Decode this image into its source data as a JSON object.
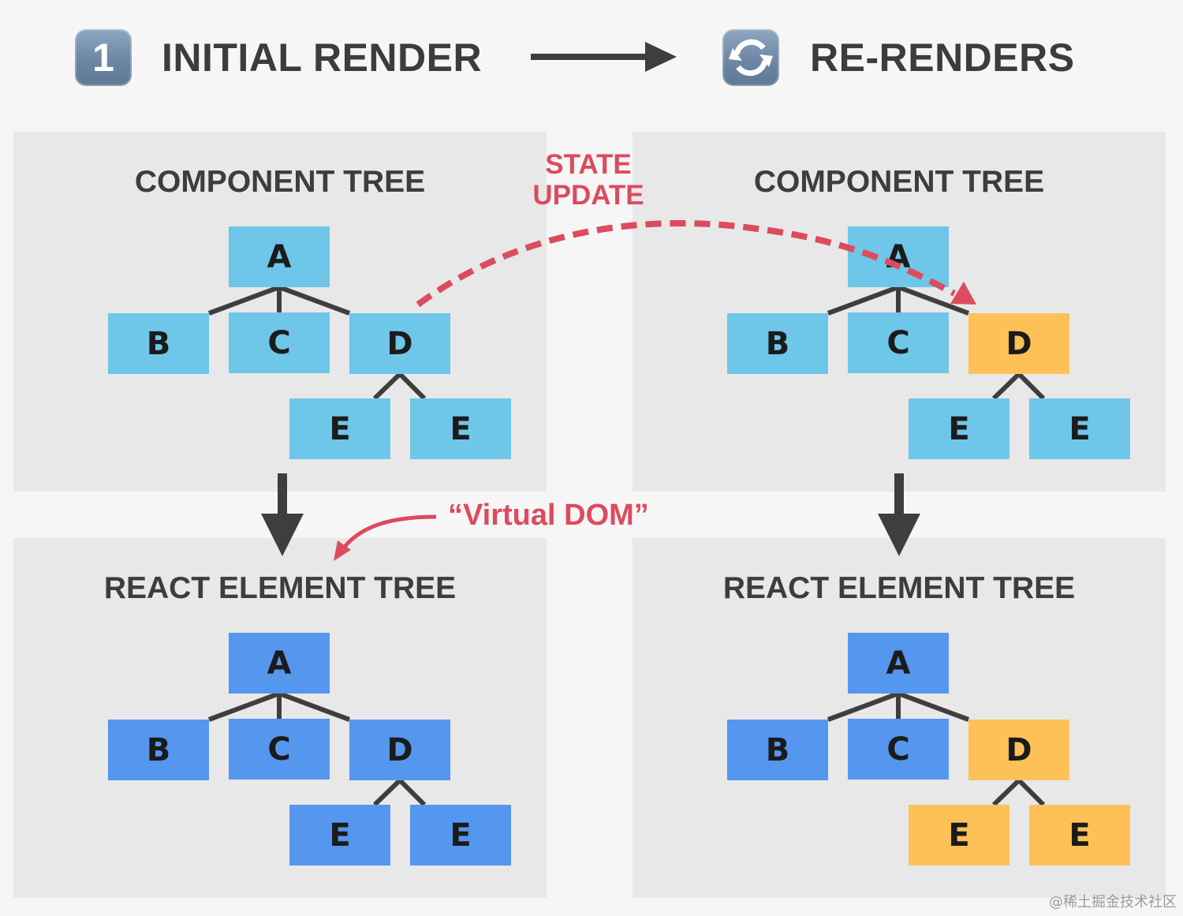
{
  "header": {
    "left": {
      "icon": "keycap-1-icon",
      "badge_text": "1",
      "title": "INITIAL RENDER"
    },
    "arrow": "right-arrow-icon",
    "right": {
      "icon": "refresh-cycle-icon",
      "title": "RE-RENDERS"
    }
  },
  "colors": {
    "background": "#f6f6f6",
    "panel": "#e8e8e8",
    "component_node": "#6ec6e8",
    "element_node": "#5596ef",
    "updated_node": "#fdc158",
    "annotation_red": "#dc4b5e",
    "text_dark": "#3d3d3d",
    "connector": "#3e3e3e"
  },
  "panels": {
    "initial_component": {
      "title": "COMPONENT TREE",
      "nodes": [
        {
          "id": "A",
          "label": "A",
          "state": "component"
        },
        {
          "id": "B",
          "label": "B",
          "state": "component"
        },
        {
          "id": "C",
          "label": "C",
          "state": "component"
        },
        {
          "id": "D",
          "label": "D",
          "state": "component"
        },
        {
          "id": "E1",
          "label": "E",
          "state": "component"
        },
        {
          "id": "E2",
          "label": "E",
          "state": "component"
        }
      ]
    },
    "initial_element": {
      "title": "REACT ELEMENT TREE",
      "nodes": [
        {
          "id": "A",
          "label": "A",
          "state": "element"
        },
        {
          "id": "B",
          "label": "B",
          "state": "element"
        },
        {
          "id": "C",
          "label": "C",
          "state": "element"
        },
        {
          "id": "D",
          "label": "D",
          "state": "element"
        },
        {
          "id": "E1",
          "label": "E",
          "state": "element"
        },
        {
          "id": "E2",
          "label": "E",
          "state": "element"
        }
      ]
    },
    "rerender_component": {
      "title": "COMPONENT TREE",
      "nodes": [
        {
          "id": "A",
          "label": "A",
          "state": "component"
        },
        {
          "id": "B",
          "label": "B",
          "state": "component"
        },
        {
          "id": "C",
          "label": "C",
          "state": "component"
        },
        {
          "id": "D",
          "label": "D",
          "state": "updated"
        },
        {
          "id": "E1",
          "label": "E",
          "state": "component"
        },
        {
          "id": "E2",
          "label": "E",
          "state": "component"
        }
      ]
    },
    "rerender_element": {
      "title": "REACT ELEMENT TREE",
      "nodes": [
        {
          "id": "A",
          "label": "A",
          "state": "element"
        },
        {
          "id": "B",
          "label": "B",
          "state": "element"
        },
        {
          "id": "C",
          "label": "C",
          "state": "element"
        },
        {
          "id": "D",
          "label": "D",
          "state": "updated"
        },
        {
          "id": "E1",
          "label": "E",
          "state": "updated"
        },
        {
          "id": "E2",
          "label": "E",
          "state": "updated"
        }
      ]
    }
  },
  "edges": [
    [
      "A",
      "B"
    ],
    [
      "A",
      "C"
    ],
    [
      "A",
      "D"
    ],
    [
      "D",
      "E1"
    ],
    [
      "D",
      "E2"
    ]
  ],
  "annotations": {
    "state_update_line1": "STATE",
    "state_update_line2": "UPDATE",
    "virtual_dom": "“Virtual DOM”"
  },
  "watermark": "@稀土掘金技术社区"
}
